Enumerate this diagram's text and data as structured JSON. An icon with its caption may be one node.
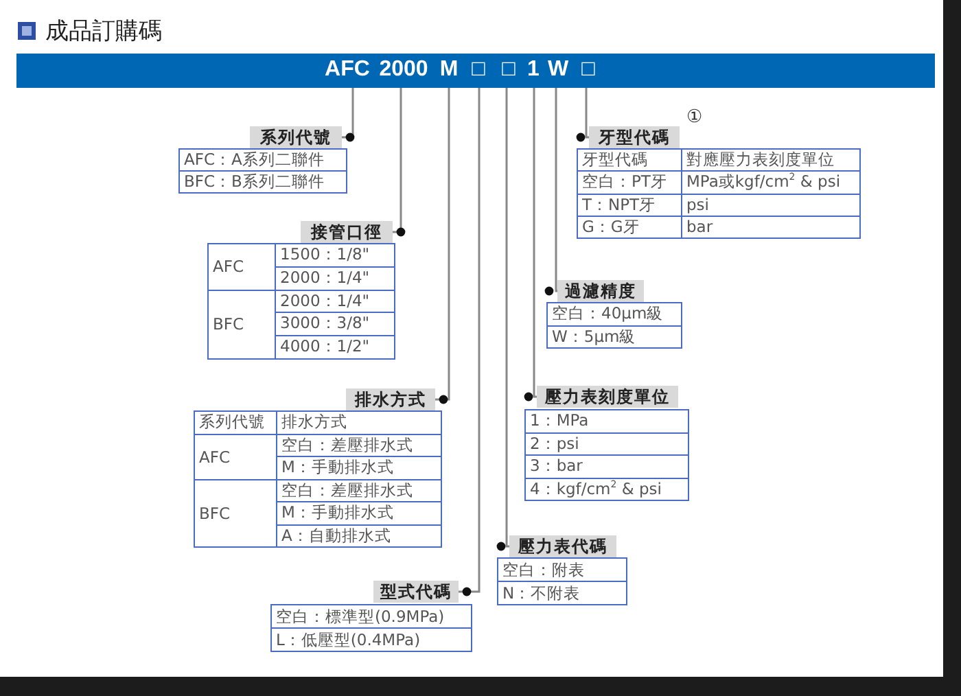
{
  "diagram": {
    "title": "成品訂購碼",
    "nodes": [
      {
        "text": [],
        "shape": "bar"
      },
      {
        "text": [
          "AFC"
        ],
        "in": 0
      },
      {
        "text": [
          "2000"
        ],
        "in": 0
      },
      {
        "text": [
          "M"
        ],
        "in": 0
      },
      {
        "text": [
          "□"
        ],
        "in": 0
      },
      {
        "text": [
          "□"
        ],
        "in": 0
      },
      {
        "text": [
          "1"
        ],
        "in": 0
      },
      {
        "text": [
          "W"
        ],
        "in": 0
      },
      {
        "text": [
          "□"
        ],
        "in": 0
      },
      {
        "text": [
          "系列代號"
        ]
      },
      {
        "text": [
          "接管口徑"
        ]
      },
      {
        "text": [
          "牙型代碼"
        ],
        "beside": [
          "①"
        ]
      },
      {
        "text": [
          "過濾精度"
        ]
      },
      {
        "text": [
          "排水方式"
        ]
      },
      {
        "text": [
          "壓力表刻度單位"
        ]
      },
      {
        "text": [
          "壓力表代碼"
        ]
      },
      {
        "text": [
          "型式代碼"
        ]
      }
    ],
    "edges": [
      {
        "from": 1,
        "to": 9,
        "arrow": "other"
      },
      {
        "from": 2,
        "to": 10,
        "arrow": "other"
      },
      {
        "from": 3,
        "to": 13,
        "arrow": "other"
      },
      {
        "from": 4,
        "to": 16,
        "arrow": "other"
      },
      {
        "from": 5,
        "to": 15,
        "arrow": "other"
      },
      {
        "from": 6,
        "to": 14,
        "arrow": "other"
      },
      {
        "from": 7,
        "to": 12,
        "arrow": "other"
      },
      {
        "from": 8,
        "to": 11,
        "arrow": "other"
      }
    ],
    "labels": [
      "AFC：A系列二聯件",
      "BFC：B系列二聯件",
      "AFC",
      "1500：1/8\"",
      "2000：1/4\"",
      "BFC",
      "2000：1/4\"",
      "3000：3/8\"",
      "4000：1/2\"",
      "牙型代碼",
      "對應壓力表刻度單位",
      "空白：PT牙",
      "MPa或kgf/cm$^{2}$ & psi",
      "T：NPT牙",
      "psi",
      "G：G牙",
      "bar",
      "空白：40μm級",
      "W：5μm級",
      "系列代號",
      "排水方式",
      "AFC",
      "空白：差壓排水式",
      "M：手動排水式",
      "BFC",
      "空白：差壓排水式",
      "M：手動排水式",
      "A：自動排水式",
      "1：MPa",
      "2：psi",
      "3：bar",
      "4：kgf/cm$^{2}$ & psi",
      "空白：附表",
      "N：不附表",
      "空白：標準型(0.9MPa)",
      "L：低壓型(0.4MPa)"
    ]
  }
}
